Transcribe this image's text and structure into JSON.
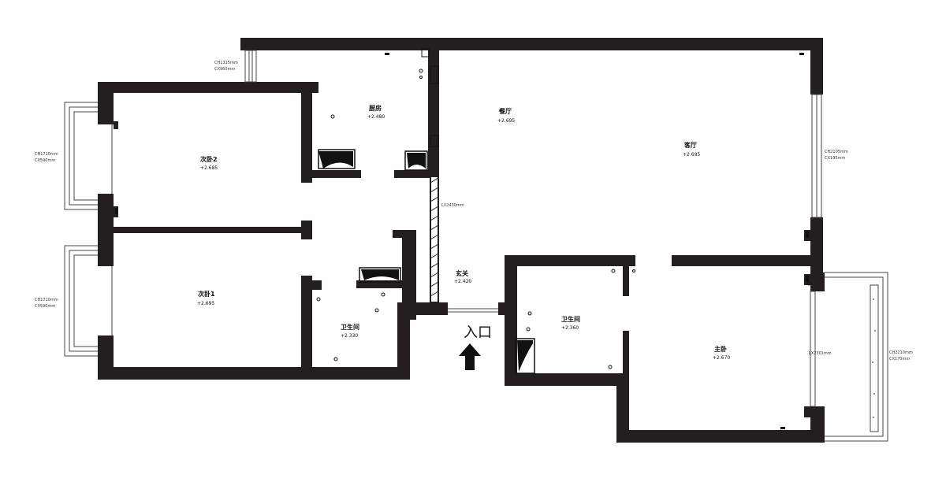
{
  "rooms": {
    "kitchen": "厨房",
    "dining": "餐厅",
    "living": "客厅",
    "bedroom2": "次卧2",
    "bedroom1": "次卧1",
    "bath_left": "卫生间",
    "foyer": "玄关",
    "bath_right": "卫生间",
    "master": "主卧"
  },
  "elevations": {
    "kitchen": "+2.480",
    "dining": "+2.695",
    "living": "+2.695",
    "bedroom2": "+2.685",
    "bedroom1": "+2.695",
    "bath_left": "+2.330",
    "foyer": "+2.420",
    "bath_right": "+2.360",
    "master": "+2.670"
  },
  "windows": {
    "kitchen_h": "CH1315mm",
    "kitchen_w": "CX960mm",
    "bedroom2_h": "CH1710mm",
    "bedroom2_w": "CX590mm",
    "bedroom1_h": "CH1710mm",
    "bedroom1_w": "CX590mm",
    "living_h": "CH2105mm",
    "living_w": "CX195mm",
    "balcony_h": "CH2210mm",
    "balcony_w": "CX170mm",
    "partition": "LX2430mm",
    "master_door": "LX2301mm"
  },
  "entry_label": "入口"
}
